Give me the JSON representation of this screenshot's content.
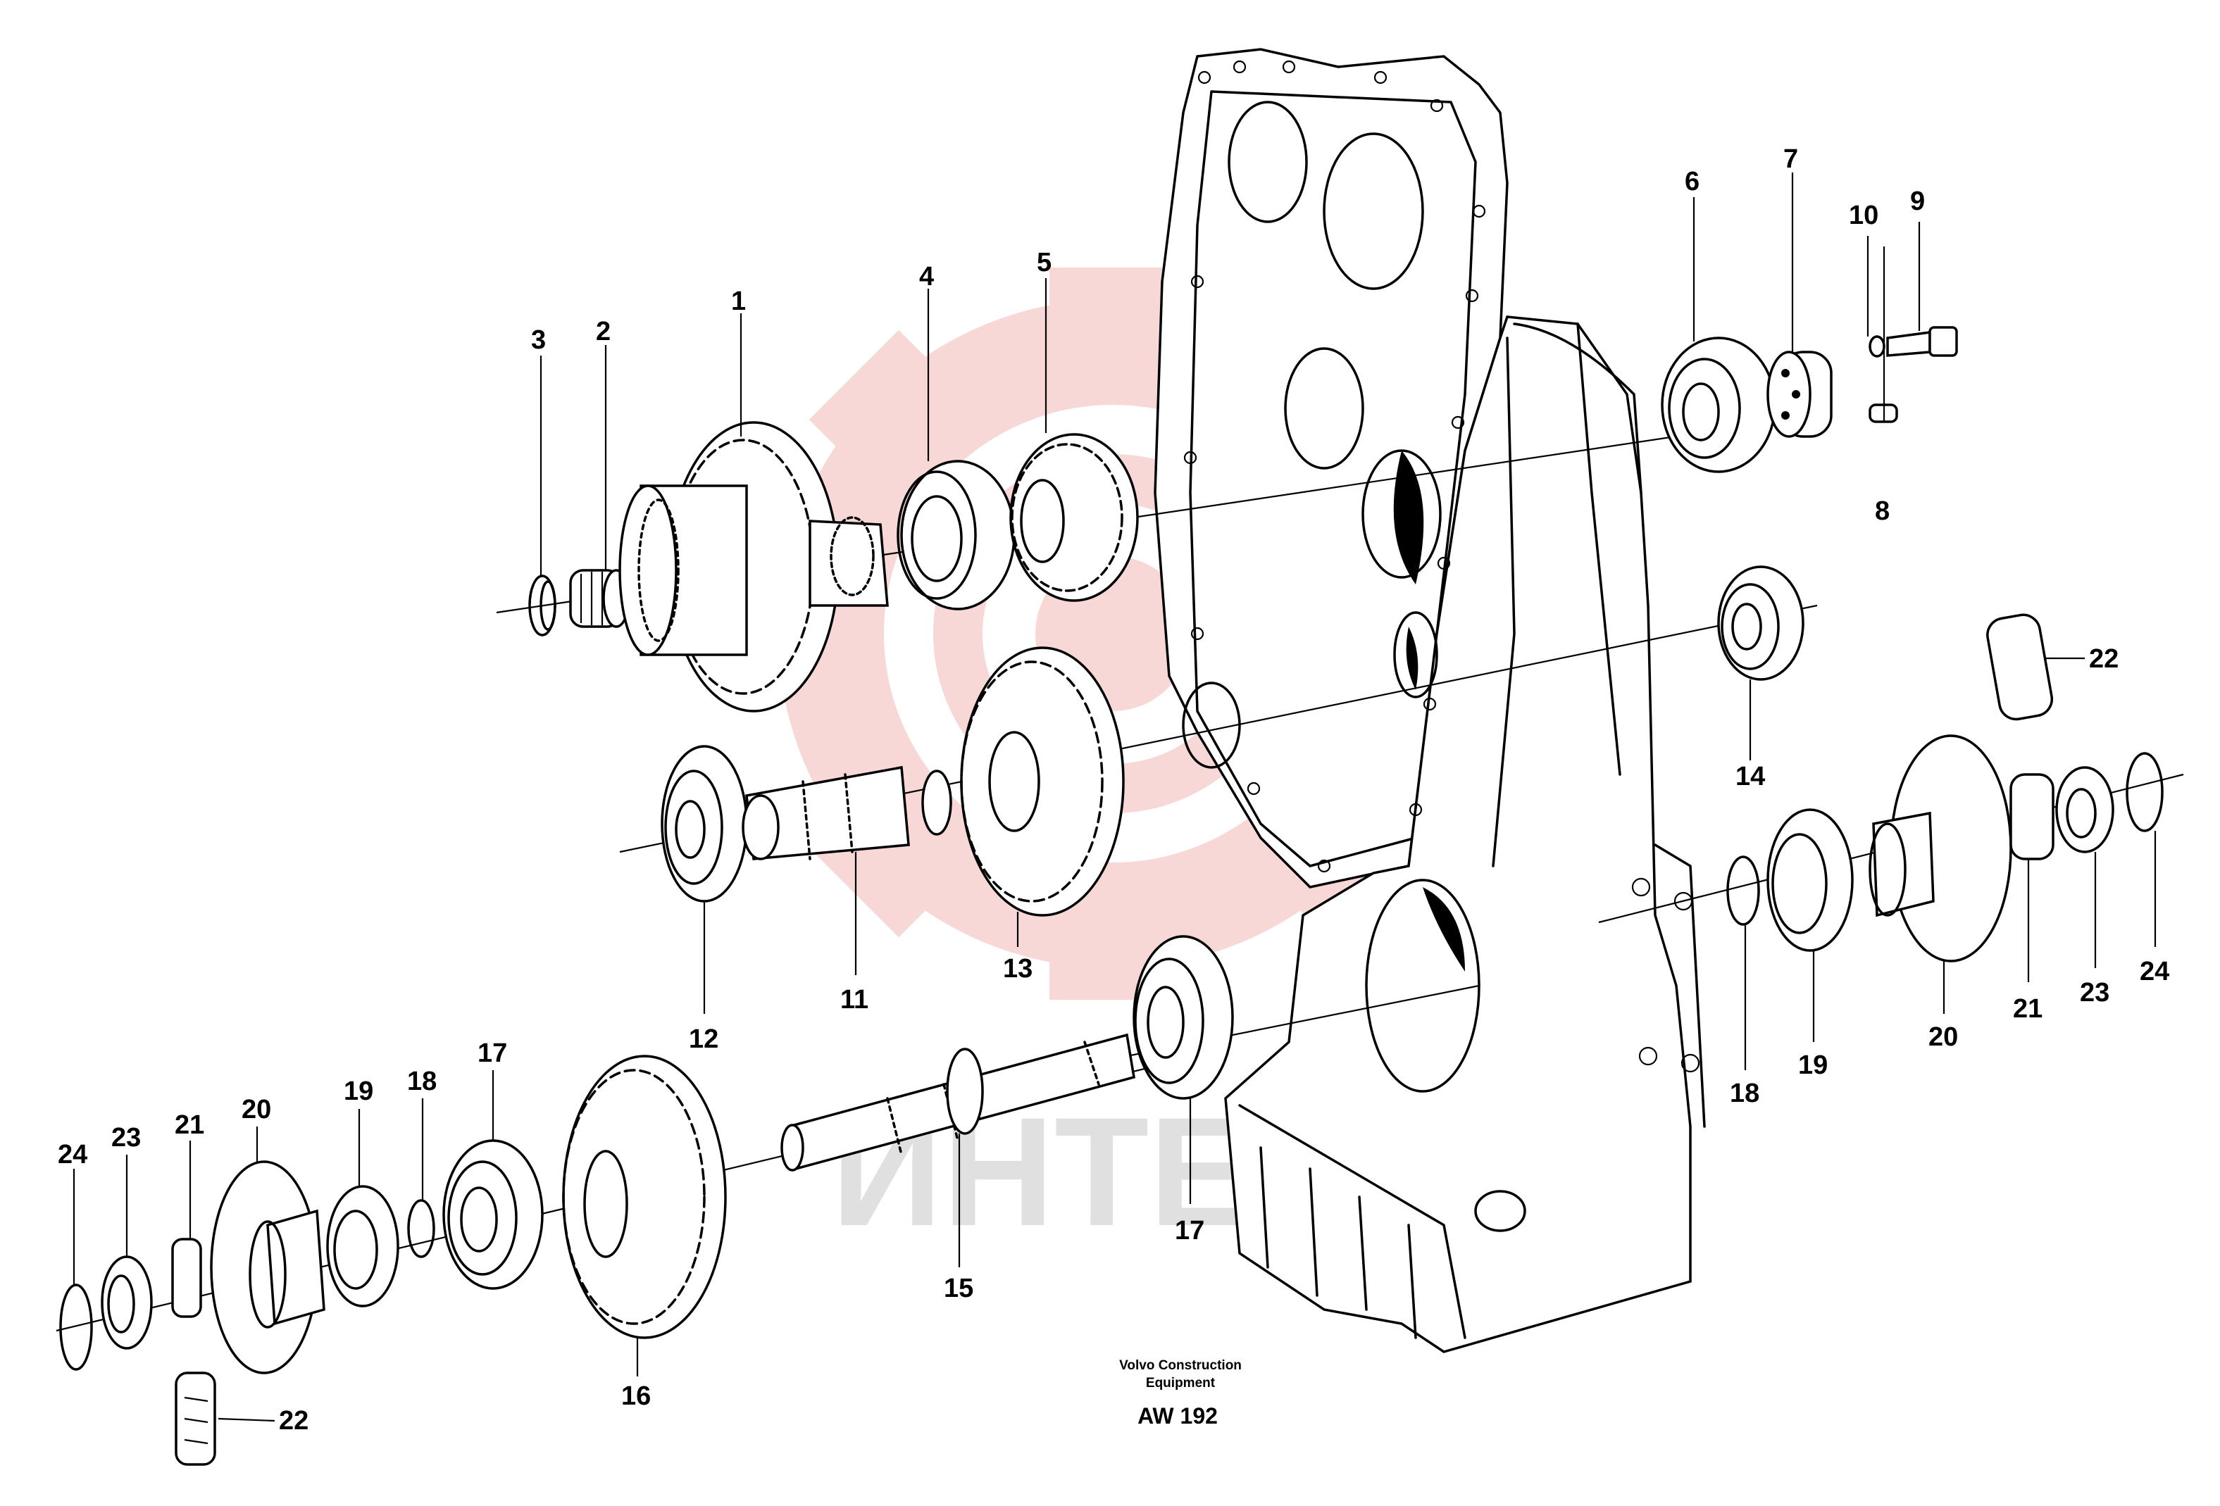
{
  "part_labels": [
    "1",
    "2",
    "3",
    "4",
    "5",
    "6",
    "7",
    "8",
    "9",
    "10",
    "11",
    "12",
    "13",
    "14",
    "15",
    "16",
    "17",
    "17",
    "18",
    "18",
    "19",
    "19",
    "20",
    "20",
    "21",
    "21",
    "22",
    "22",
    "23",
    "23",
    "24",
    "24"
  ],
  "footer": {
    "maker_line1": "Volvo Construction",
    "maker_line2": "Equipment",
    "code": "AW 192"
  },
  "watermark": {
    "text": "ИНТЕХ",
    "logo_color": "#f4b8b8"
  }
}
